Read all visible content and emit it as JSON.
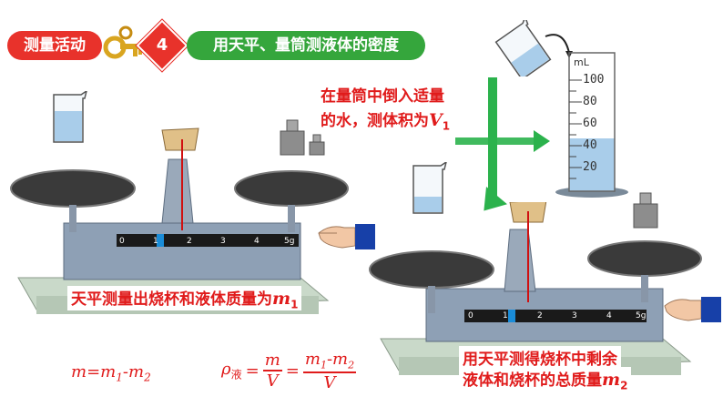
{
  "header": {
    "badge_label": "测量活动",
    "step_number": "4",
    "title": "用天平、量筒测液体的密度"
  },
  "step1": {
    "line1": "在量筒中倒入适量",
    "line2_prefix": "的水，测体积为",
    "line2_var": "V",
    "line2_sub": "1"
  },
  "cylinder": {
    "unit": "mL",
    "ticks": [
      "100",
      "80",
      "60",
      "40",
      "20"
    ]
  },
  "balance_left": {
    "scale_ticks": [
      "0",
      "1",
      "2",
      "3",
      "4",
      "5g"
    ],
    "caption_prefix": "天平测量出烧杯和液体质量为",
    "caption_var": "m",
    "caption_sub": "1"
  },
  "balance_right": {
    "scale_ticks": [
      "0",
      "1",
      "2",
      "3",
      "4",
      "5g"
    ],
    "caption_line1": "用天平测得烧杯中剩余",
    "caption_line2_prefix": "液体和烧杯的总质量",
    "caption_var": "m",
    "caption_sub": "2"
  },
  "formulas": {
    "mass": {
      "lhs": "m",
      "eq": "=",
      "m1": "m",
      "sub1": "1",
      "minus": "-",
      "m2": "m",
      "sub2": "2"
    },
    "density": {
      "rho": "ρ",
      "rho_sub": "液",
      "eq": "=",
      "num1": "m",
      "den1": "V",
      "num2_a": "m",
      "num2_a_sub": "1",
      "num2_minus": "-",
      "num2_b": "m",
      "num2_b_sub": "2",
      "den2": "V"
    }
  },
  "colors": {
    "accent_red": "#e8322b",
    "accent_green": "#35a63c",
    "text_red": "#e01b1b",
    "water": "#a9cdea"
  },
  "icons": [
    "key-icon",
    "beaker-icon",
    "weight-icon",
    "hand-icon",
    "arrow-icon"
  ]
}
